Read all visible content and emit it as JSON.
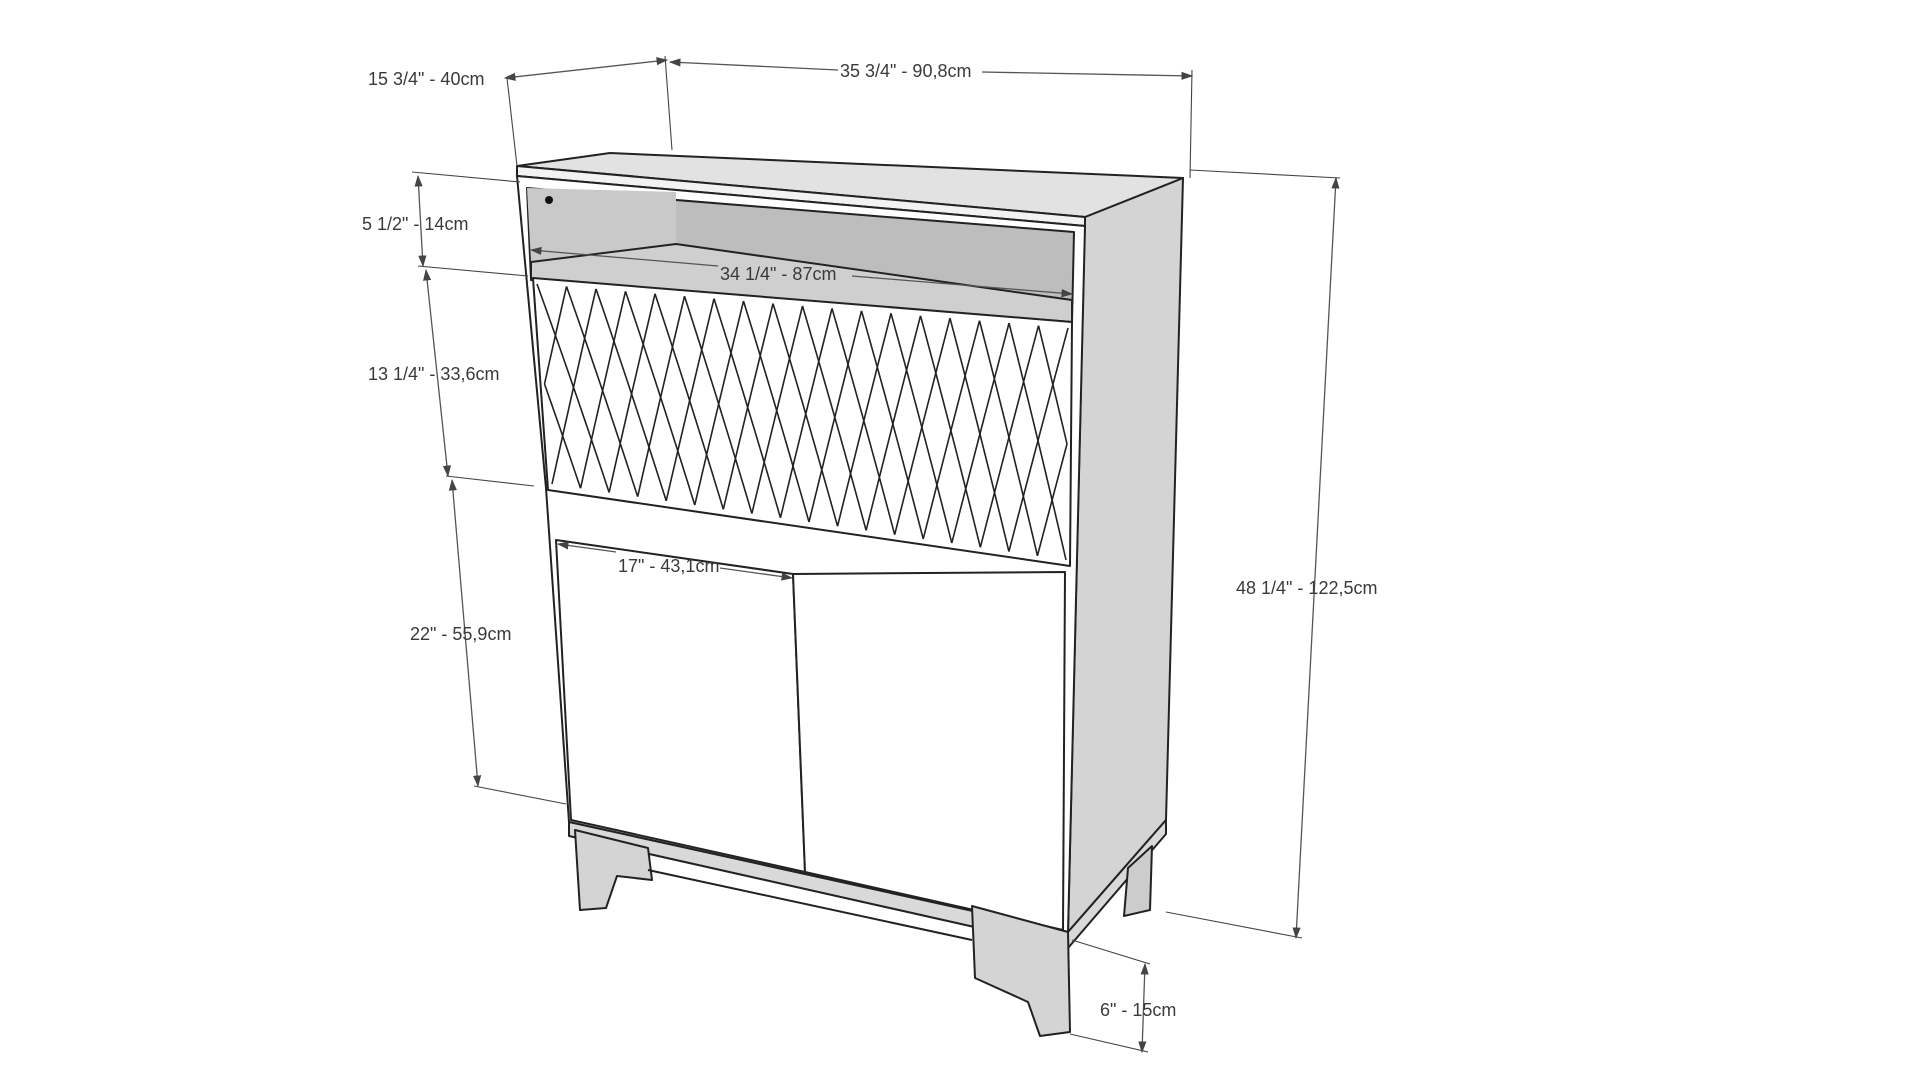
{
  "diagram": {
    "object": "cabinet",
    "colors": {
      "side": "#d4d4d4",
      "front": "#ffffff",
      "top": "#e2e2e2",
      "interior": "#bdbdbd",
      "outline": "#222222",
      "dimension_text": "#3a3a3a"
    },
    "dimensions": {
      "depth": "15 3/4\" - 40cm",
      "width": "35 3/4\" - 90,8cm",
      "open_shelf_height": "5 1/2\" - 14cm",
      "interior_width": "34 1/4\" - 87cm",
      "drawer_height": "13 1/4\" - 33,6cm",
      "door_width": "17\" - 43,1cm",
      "door_height": "22\" - 55,9cm",
      "total_height": "48 1/4\" - 122,5cm",
      "leg_height": "6\" - 15cm"
    }
  }
}
